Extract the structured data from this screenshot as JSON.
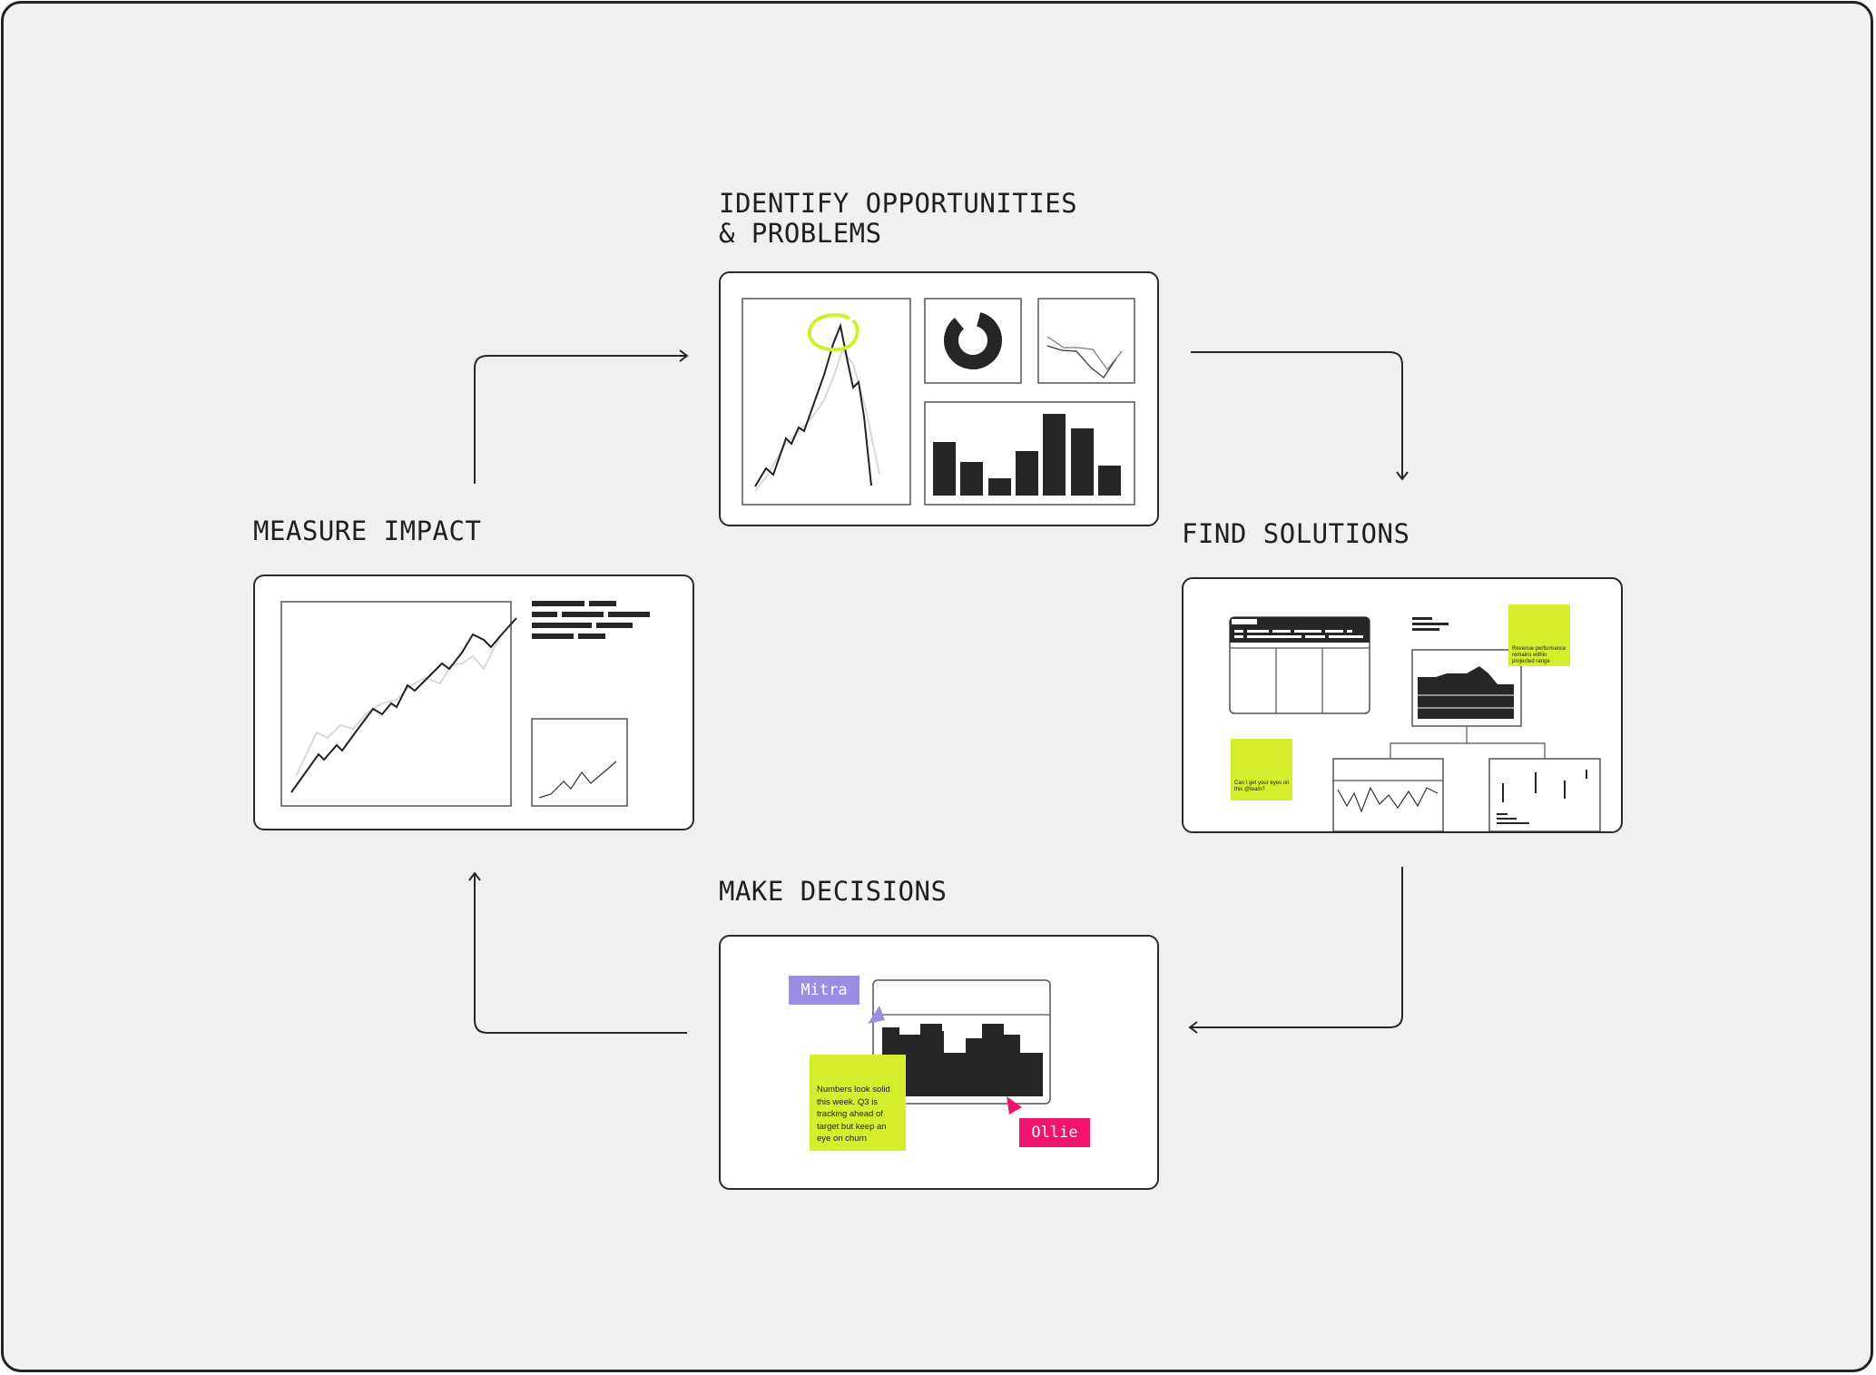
{
  "colors": {
    "background": "#f0f0f0",
    "ink": "#262626",
    "accent_lime": "#d4ee2d",
    "accent_purple": "#9b8ce6",
    "accent_pink": "#f2136c"
  },
  "stages": {
    "identify": {
      "title_line1": "IDENTIFY OPPORTUNITIES",
      "title_line2": "& PROBLEMS"
    },
    "find": {
      "title": "FIND SOLUTIONS",
      "sticky_note_1": "Revenue performance remains within projected range",
      "sticky_note_2": "Can I get your eyes on this @team?"
    },
    "decide": {
      "title": "MAKE DECISIONS",
      "collaborator_1": "Mitra",
      "collaborator_2": "Ollie",
      "sticky_note": "Numbers look solid this week. Q3 is tracking ahead of target but keep an eye on churn"
    },
    "measure": {
      "title": "MEASURE IMPACT"
    }
  },
  "cycle": [
    "identify",
    "find",
    "decide",
    "measure"
  ],
  "icons": [
    "arrow-right-icon",
    "arrow-down-icon",
    "arrow-left-icon",
    "arrow-up-icon"
  ]
}
